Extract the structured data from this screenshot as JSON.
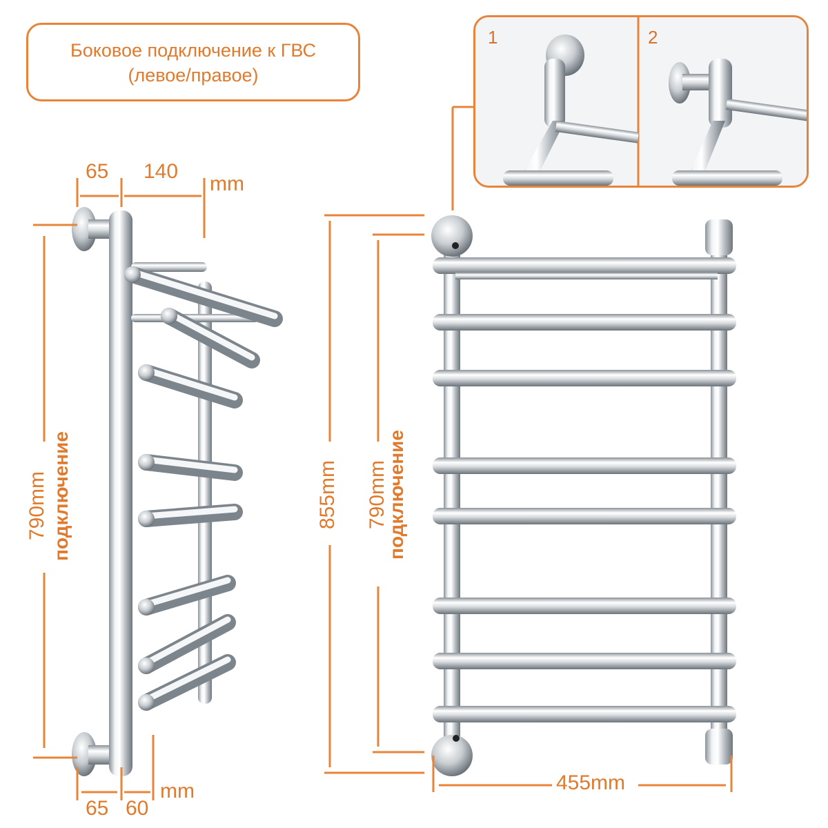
{
  "title": {
    "line1": "Боковое подключение к ГВС",
    "line2": "(левое/правое)"
  },
  "inset": {
    "option1_label": "1",
    "option2_label": "2"
  },
  "side_view": {
    "top_dims": {
      "mount_depth": "65",
      "shelf_depth": "140",
      "unit": "mm"
    },
    "bottom_dims": {
      "mount_depth": "65",
      "bottom_depth": "60",
      "unit": "mm"
    },
    "connection_height": "790mm",
    "connection_word": "подключение"
  },
  "front_view": {
    "overall_height": "855mm",
    "connection_height": "790mm",
    "connection_word": "подключение",
    "width": "455mm"
  },
  "colors": {
    "accent": "#e8843a",
    "chrome_light": "#f4f6f8",
    "chrome_dark": "#7d858c"
  }
}
